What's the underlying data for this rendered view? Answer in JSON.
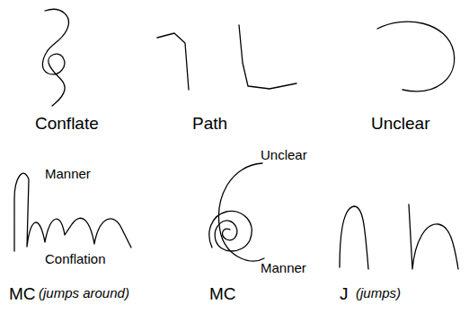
{
  "diagram": {
    "labels": [
      "Conflate",
      "Path",
      "Unclear",
      "Unclear",
      "Manner",
      "Conflation",
      "Manner",
      "MC",
      "(jumps around)",
      "MC",
      "J",
      "(jumps)"
    ]
  }
}
